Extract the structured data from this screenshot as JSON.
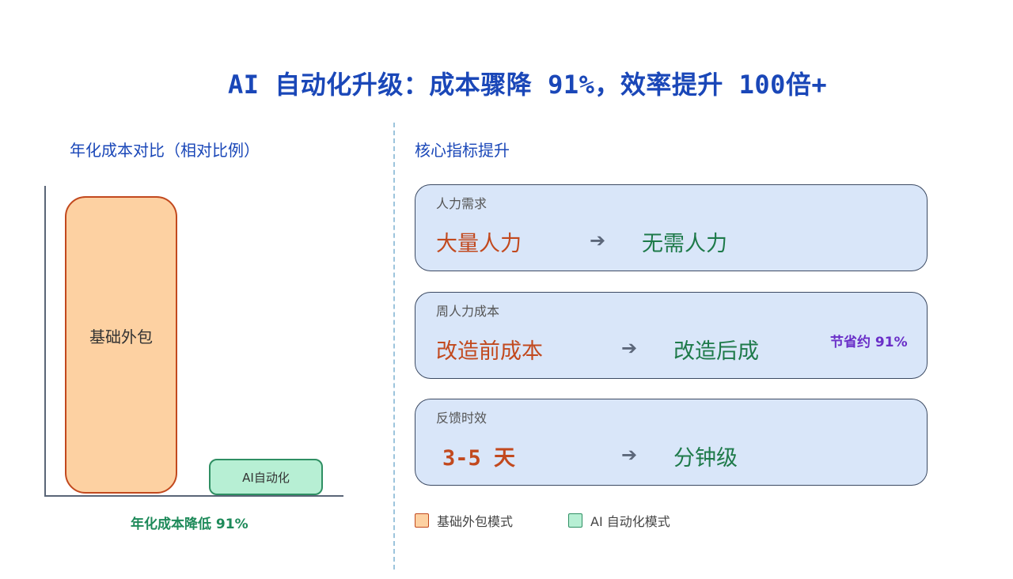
{
  "title": "AI 自动化升级：成本骤降 91%，效率提升 100倍+",
  "left_panel": {
    "heading": "年化成本对比（相对比例）",
    "note": "年化成本降低 91%"
  },
  "chart_data": {
    "type": "bar",
    "categories": [
      "基础外包",
      "AI自动化"
    ],
    "values": [
      100,
      9
    ],
    "title": "年化成本对比（相对比例）",
    "colors": [
      "#fdd1a2",
      "#b7efd4"
    ],
    "border_colors": [
      "#c2491e",
      "#2f8f63"
    ]
  },
  "right_panel": {
    "heading": "核心指标提升",
    "cards": [
      {
        "label": "人力需求",
        "before": "大量人力",
        "arrow": "➔",
        "after": "无需人力"
      },
      {
        "label": "周人力成本",
        "before": "改造前成本",
        "arrow": "➔",
        "after": "改造后成",
        "note": "节省约 91%"
      },
      {
        "label": "反馈时效",
        "before": "3-5 天",
        "arrow": "➔",
        "after": "分钟级"
      }
    ]
  },
  "legend": [
    {
      "label": "基础外包模式",
      "fill": "#fdd1a2",
      "border": "#c2491e"
    },
    {
      "label": "AI 自动化模式",
      "fill": "#b7efd4",
      "border": "#2f8f63"
    }
  ],
  "colors": {
    "accent_blue": "#1a47b8",
    "cost_orange": "#c2491e",
    "saving_green": "#1e8a5a",
    "note_purple": "#6a2fc8",
    "card_bg": "#d9e6f9"
  }
}
